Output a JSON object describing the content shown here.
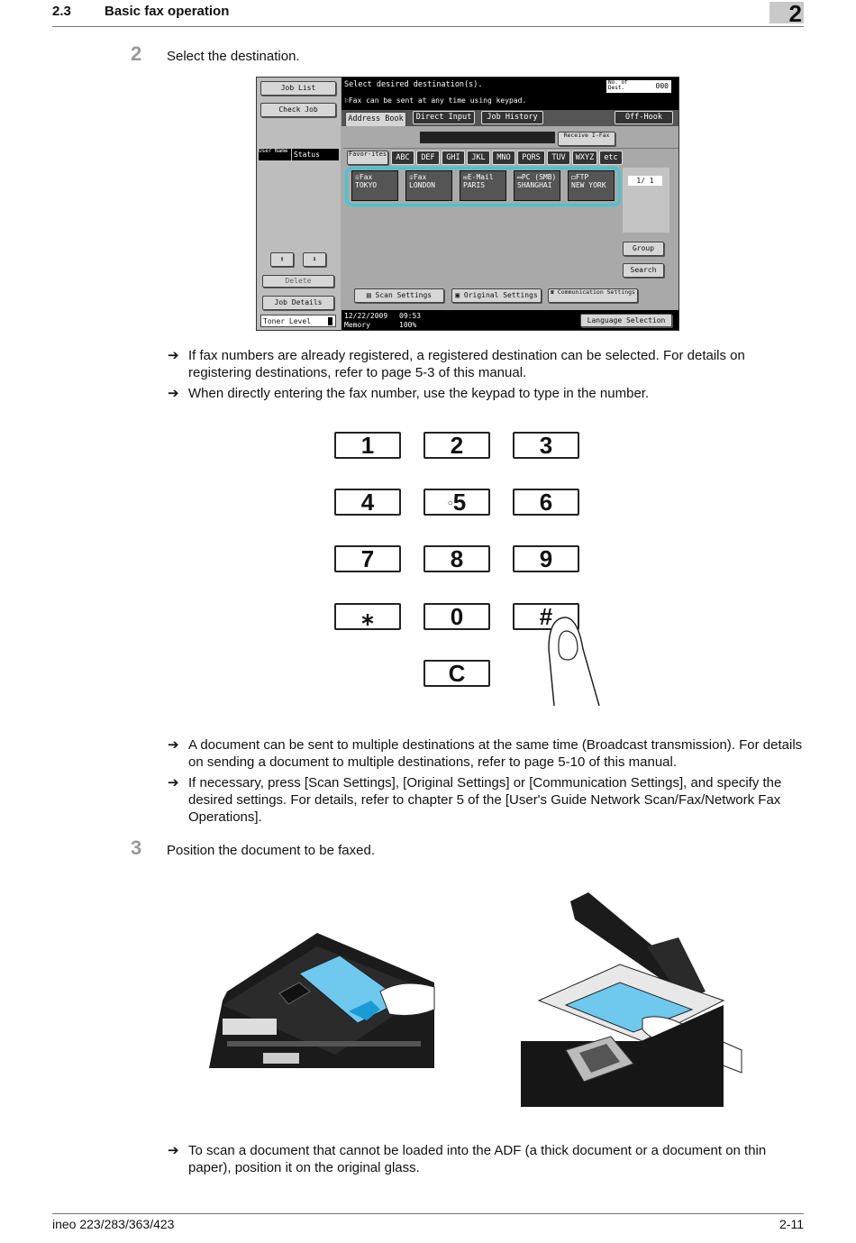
{
  "header": {
    "section_number": "2.3",
    "section_title": "Basic fax operation",
    "chapter": "2"
  },
  "step2": {
    "number": "2",
    "text": "Select the destination.",
    "panel": {
      "left_buttons": {
        "job_list": "Job List",
        "check_job": "Check Job",
        "delete": "Delete",
        "job_details": "Job Details",
        "toner_level": "Toner Level"
      },
      "user_name_label": "User Name",
      "status_label": "Status",
      "message_line1": "Select desired destination(s).",
      "message_line2": "Fax can be sent at any time using keypad.",
      "num_dest_label": "No. of Dest.",
      "num_dest_value": "000",
      "tabs": [
        "Address Book",
        "Direct Input",
        "Job History"
      ],
      "off_hook": "Off-Hook",
      "receive_ifax": "Receive I-Fax",
      "index_tabs": [
        "Favor-ites",
        "ABC",
        "DEF",
        "GHI",
        "JKL",
        "MNO",
        "PQRS",
        "TUV",
        "WXYZ",
        "etc"
      ],
      "destinations": [
        {
          "type": "Fax",
          "name": "TOKYO"
        },
        {
          "type": "Fax",
          "name": "LONDON"
        },
        {
          "type": "E-Mail",
          "name": "PARIS"
        },
        {
          "type": "PC (SMB)",
          "name": "SHANGHAI"
        },
        {
          "type": "FTP",
          "name": "NEW YORK"
        }
      ],
      "page_indicator": "1/ 1",
      "group": "Group",
      "search": "Search",
      "bottom_buttons": [
        "Scan Settings",
        "Original Settings",
        "Communication Settings"
      ],
      "date": "12/22/2009",
      "time": "09:53",
      "memory_label": "Memory",
      "memory_value": "100%",
      "language_selection": "Language Selection"
    },
    "bullets": [
      "If fax numbers are already registered, a registered destination can be selected. For details on registering destinations, refer to page 5-3 of this manual.",
      "When directly entering the fax number, use the keypad to type in the number."
    ],
    "keypad": [
      "1",
      "2",
      "3",
      "4",
      "5",
      "6",
      "7",
      "8",
      "9",
      "⁎",
      "0",
      "#",
      "C"
    ],
    "bullets2": [
      "A document can be sent to multiple destinations at the same time (Broadcast transmission). For details on sending a document to multiple destinations, refer to page 5-10 of this manual.",
      "If necessary, press [Scan Settings], [Original Settings] or [Communication Settings], and specify the desired settings. For details, refer to chapter 5 of the [User's Guide Network Scan/Fax/Network Fax Operations]."
    ]
  },
  "step3": {
    "number": "3",
    "text": "Position the document to be faxed.",
    "bullets": [
      "To scan a document that cannot be loaded into the ADF (a thick document or a document on thin paper), position it on the original glass."
    ]
  },
  "footer": {
    "model": "ineo 223/283/363/423",
    "page": "2-11"
  },
  "colors": {
    "highlight": "#3cc8d8",
    "paper": "#6fc9ee"
  }
}
